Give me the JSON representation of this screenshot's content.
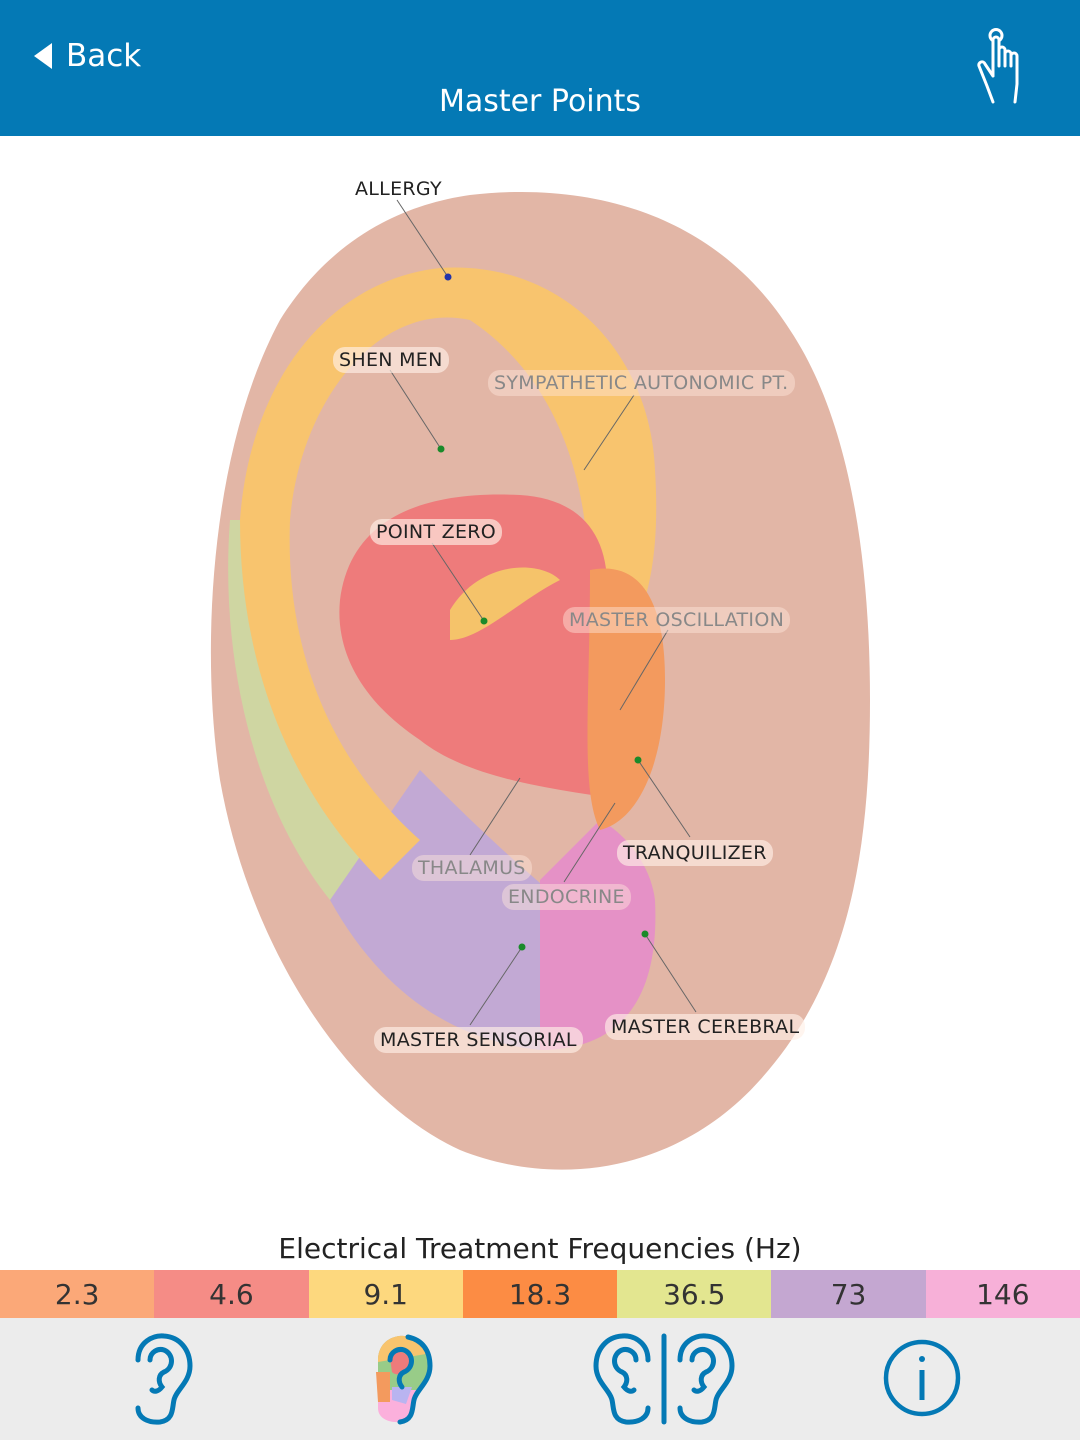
{
  "header": {
    "back_label": "Back",
    "title": "Master Points"
  },
  "labels": {
    "allergy": "ALLERGY",
    "shen_men": "SHEN MEN",
    "sympathetic": "SYMPATHETIC AUTONOMIC PT.",
    "point_zero": "POINT ZERO",
    "master_oscillation": "MASTER OSCILLATION",
    "tranquilizer": "TRANQUILIZER",
    "thalamus": "THALAMUS",
    "endocrine": "ENDOCRINE",
    "master_sensorial": "MASTER SENSORIAL",
    "master_cerebral": "MASTER CEREBRAL"
  },
  "frequencies": {
    "title": "Electrical Treatment Frequencies (Hz)",
    "items": [
      {
        "value": "2.3",
        "color": "#fba878"
      },
      {
        "value": "4.6",
        "color": "#f58c86"
      },
      {
        "value": "9.1",
        "color": "#fdd87e"
      },
      {
        "value": "18.3",
        "color": "#fc8c44"
      },
      {
        "value": "36.5",
        "color": "#e3e690"
      },
      {
        "value": "73",
        "color": "#c4a7d1"
      },
      {
        "value": "146",
        "color": "#f7b0d8"
      }
    ]
  },
  "colors": {
    "brand": "#0479b5"
  }
}
